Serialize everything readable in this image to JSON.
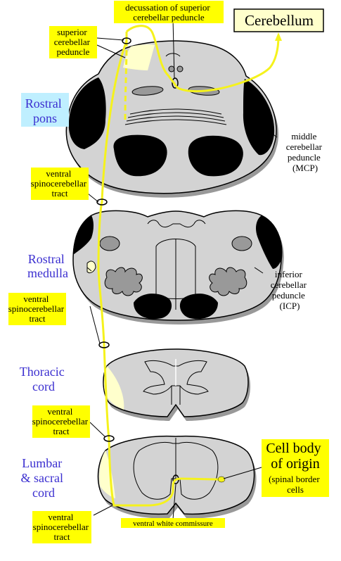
{
  "colors": {
    "tract": "#f5f21c",
    "label_bg": "#ffff00",
    "cerebellum_bg": "#ffffcc",
    "pons_bg": "#bfefff",
    "tissue": "#d3d3d3",
    "tissue_dark": "#999999",
    "black": "#000000",
    "level_text": "#3b2fd0",
    "pale_yellow": "#ffffcc"
  },
  "labels": {
    "decussation": [
      "decussation of superior",
      "cerebellar peduncle"
    ],
    "cerebellum": "Cerebellum",
    "superior_peduncle": [
      "superior",
      "cerebellar",
      "peduncle"
    ],
    "mcp": [
      "middle",
      "cerebellar",
      "peduncle",
      "(MCP)"
    ],
    "icp": [
      "inferior",
      "cerebellar",
      "peduncle",
      "(ICP)"
    ],
    "vsct_1": [
      "ventral",
      "spinocerebellar",
      "tract"
    ],
    "vsct_2": [
      "ventral",
      "spinocerebellar",
      "tract"
    ],
    "vsct_3": [
      "ventral",
      "spinocerebellar",
      "tract"
    ],
    "vsct_4": [
      "ventral",
      "spinocerebellar",
      "tract"
    ],
    "cell_body": [
      "Cell body",
      "of origin"
    ],
    "cell_body_note": [
      "(spinal border",
      "cells"
    ],
    "ventral_white_commissure": "ventral white commissure"
  },
  "levels": {
    "rostral_pons": [
      "Rostral",
      "pons"
    ],
    "rostral_medulla": [
      "Rostral",
      "medulla"
    ],
    "thoracic_cord": [
      "Thoracic",
      "cord"
    ],
    "lumbar_sacral_cord": [
      "Lumbar",
      "& sacral",
      "cord"
    ]
  }
}
